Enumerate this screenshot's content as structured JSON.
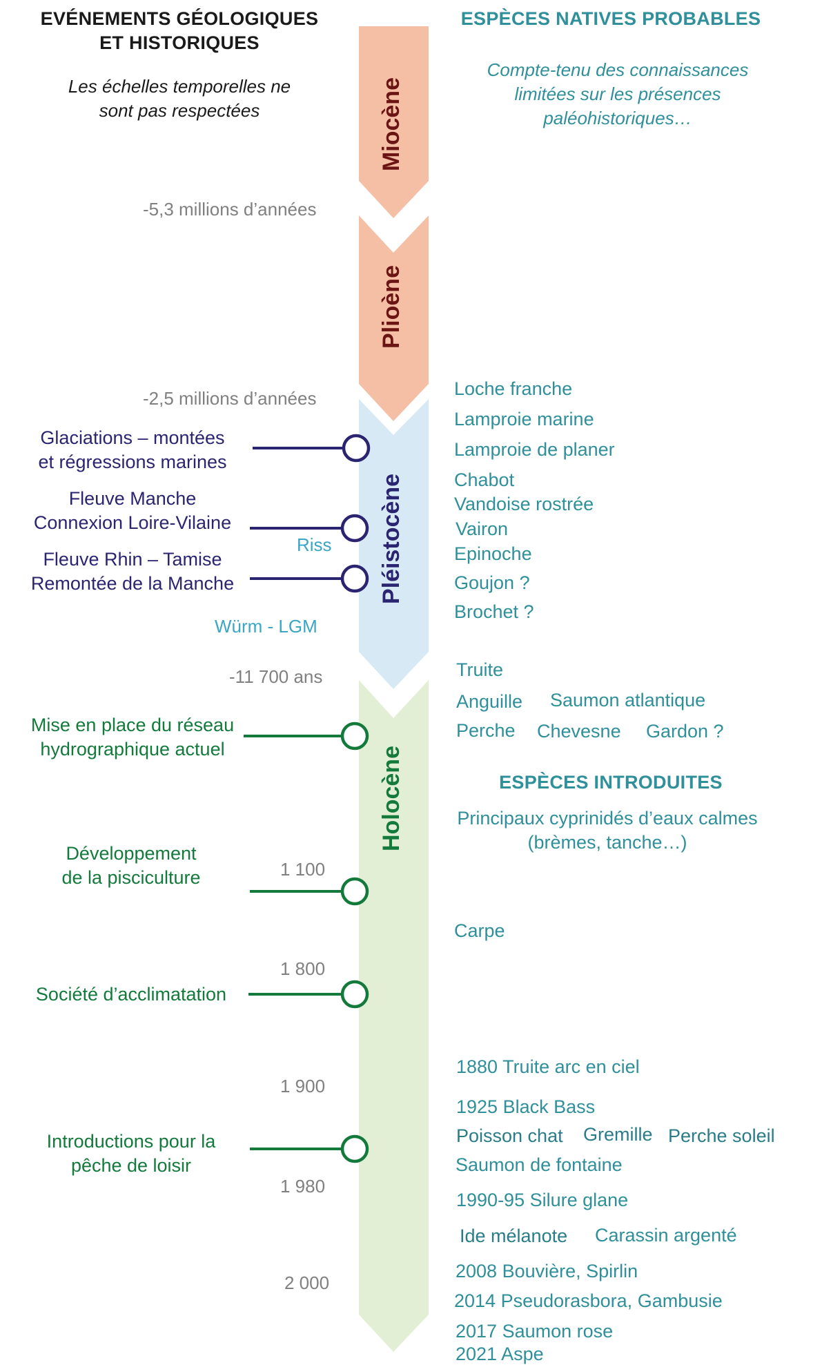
{
  "header": {
    "left_title_line1": "EVÉNEMENTS GÉOLOGIQUES",
    "left_title_line2": "ET HISTORIQUES",
    "left_note_line1": "Les échelles temporelles ne",
    "left_note_line2": "sont pas respectées",
    "right_title": "ESPÈCES NATIVES PROBABLES",
    "right_note_line1": "Compte-tenu des connaissances",
    "right_note_line2": "limitées sur les présences",
    "right_note_line3": "paléohistoriques…"
  },
  "eras": [
    {
      "name": "Miocène",
      "color": "#f5bfa5",
      "text_color": "#6b1414"
    },
    {
      "name": "Plioène",
      "color": "#f5bfa5",
      "text_color": "#6b1414"
    },
    {
      "name": "Pléistocène",
      "color": "#d6e9f4",
      "text_color": "#2b2470"
    },
    {
      "name": "Holocène",
      "color": "#e3efd4",
      "text_color": "#137a3c"
    }
  ],
  "dates": {
    "d1": "-5,3 millions d’années",
    "d2": "-2,5 millions d’années",
    "d3": "-11 700 ans",
    "d4": "1 100",
    "d5": "1 800",
    "d6": "1 900",
    "d7": "1 980",
    "d8": "2 000"
  },
  "events": {
    "e1_line1": "Glaciations – montées",
    "e1_line2": "et régressions marines",
    "e2_line1": "Fleuve Manche",
    "e2_line2": "Connexion Loire-Vilaine",
    "e3_line1": "Fleuve Rhin – Tamise",
    "e3_line2": "Remontée de la Manche",
    "riss": "Riss",
    "wurm": "Würm - LGM",
    "e4_line1": "Mise en place du réseau",
    "e4_line2": "hydrographique actuel",
    "e5_line1": "Développement",
    "e5_line2": "de la pisciculture",
    "e6": "Société d’acclimatation",
    "e7_line1": "Introductions pour la",
    "e7_line2": "pêche de loisir"
  },
  "native_species": {
    "s1": "Loche franche",
    "s2": "Lamproie marine",
    "s3": "Lamproie de planer",
    "s4": "Chabot",
    "s5": "Vandoise rostrée",
    "s6": "Vairon",
    "s7": "Epinoche",
    "s8": "Goujon ?",
    "s9": "Brochet ?",
    "s10": "Truite",
    "s11": "Anguille",
    "s12": "Saumon atlantique",
    "s13": "Perche",
    "s14": "Chevesne",
    "s15": "Gardon ?"
  },
  "introduced": {
    "title": "ESPÈCES INTRODUITES",
    "i1_line1": "Principaux cyprinidés d’eaux calmes",
    "i1_line2": "(brèmes, tanche…)",
    "i2": "Carpe",
    "i3": "1880 Truite arc en ciel",
    "i4": "1925 Black Bass",
    "i5": "Poisson chat",
    "i6": "Gremille",
    "i7": "Perche soleil",
    "i8": "Saumon de fontaine",
    "i9": "1990-95 Silure glane",
    "i10": "Ide mélanote",
    "i11": "Carassin argenté",
    "i12": "2008 Bouvière, Spirlin",
    "i13": "2014 Pseudorasbora, Gambusie",
    "i14": "2017 Saumon rose",
    "i15": "2021 Aspe"
  },
  "colors": {
    "navy": "#2b2470",
    "green": "#137a3c",
    "teal": "#2f8f9a",
    "cyan": "#3aa6c4",
    "grey": "#808080"
  }
}
